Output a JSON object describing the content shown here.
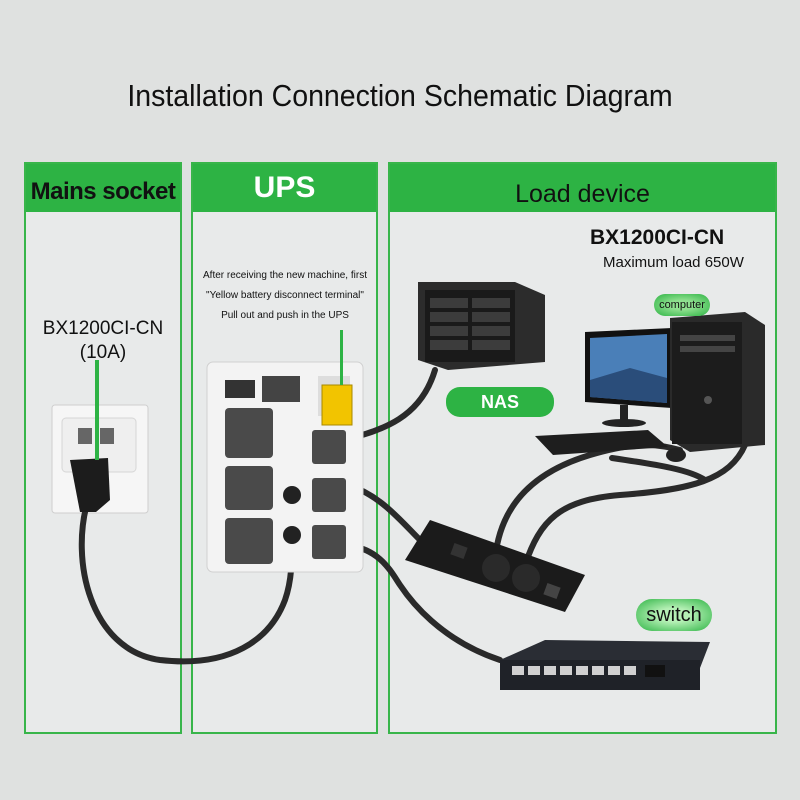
{
  "title": "Installation Connection Schematic Diagram",
  "panels": {
    "mains": "Mains socket",
    "ups": "UPS",
    "load": "Load device"
  },
  "mains_socket": {
    "model": "BX1200CI-CN",
    "rating": "(10A)"
  },
  "ups_note": [
    "After receiving the new machine, first",
    "\"Yellow battery disconnect terminal\"",
    "Pull out and push in the UPS"
  ],
  "load": {
    "model": "BX1200CI-CN",
    "max_load": "Maximum load 650W"
  },
  "labels": {
    "nas": "NAS",
    "computer": "computer",
    "switch": "switch"
  },
  "colors": {
    "green": "#2db344",
    "background": "#dfe1e0",
    "cable": "#2a2a2a",
    "battery": "#f2c400"
  },
  "icons": [
    "wall-socket-icon",
    "ups-unit-icon",
    "nas-icon",
    "monitor-icon",
    "pc-tower-icon",
    "keyboard-icon",
    "mouse-icon",
    "power-strip-icon",
    "network-switch-icon"
  ]
}
